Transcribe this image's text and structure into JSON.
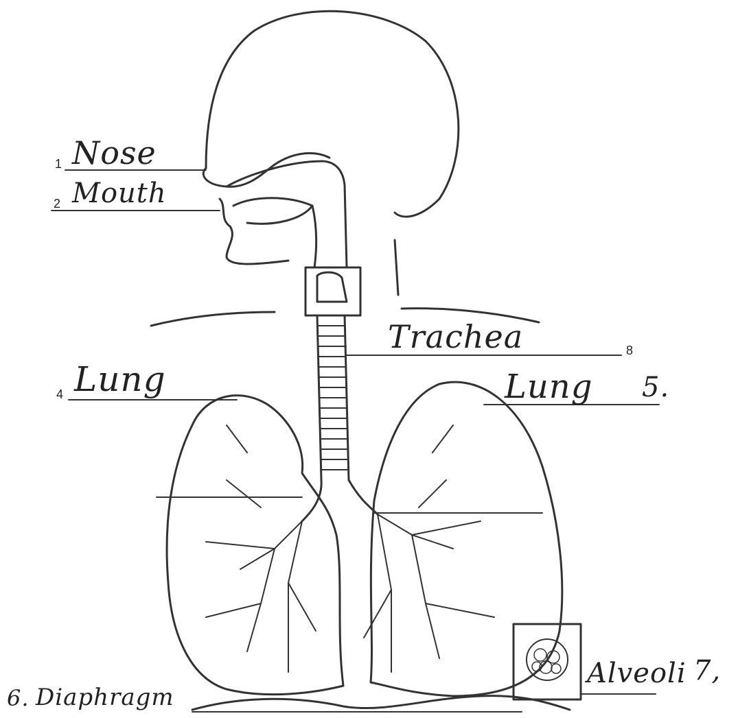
{
  "labels": {
    "nose": {
      "number": "1",
      "text": "Nose"
    },
    "mouth": {
      "number": "2",
      "text": "Mouth"
    },
    "lung_left": {
      "number": "4",
      "text": "Lung"
    },
    "trachea": {
      "number": "8",
      "text": "Trachea"
    },
    "lung_right": {
      "number": "5.",
      "text": "Lung"
    },
    "diaphragm": {
      "number": "6.",
      "text": "Diaphragm"
    },
    "alveoli": {
      "number": "7,",
      "text": "Alveoli"
    }
  },
  "colors": {
    "ink": "#333333",
    "paper": "#ffffff"
  }
}
